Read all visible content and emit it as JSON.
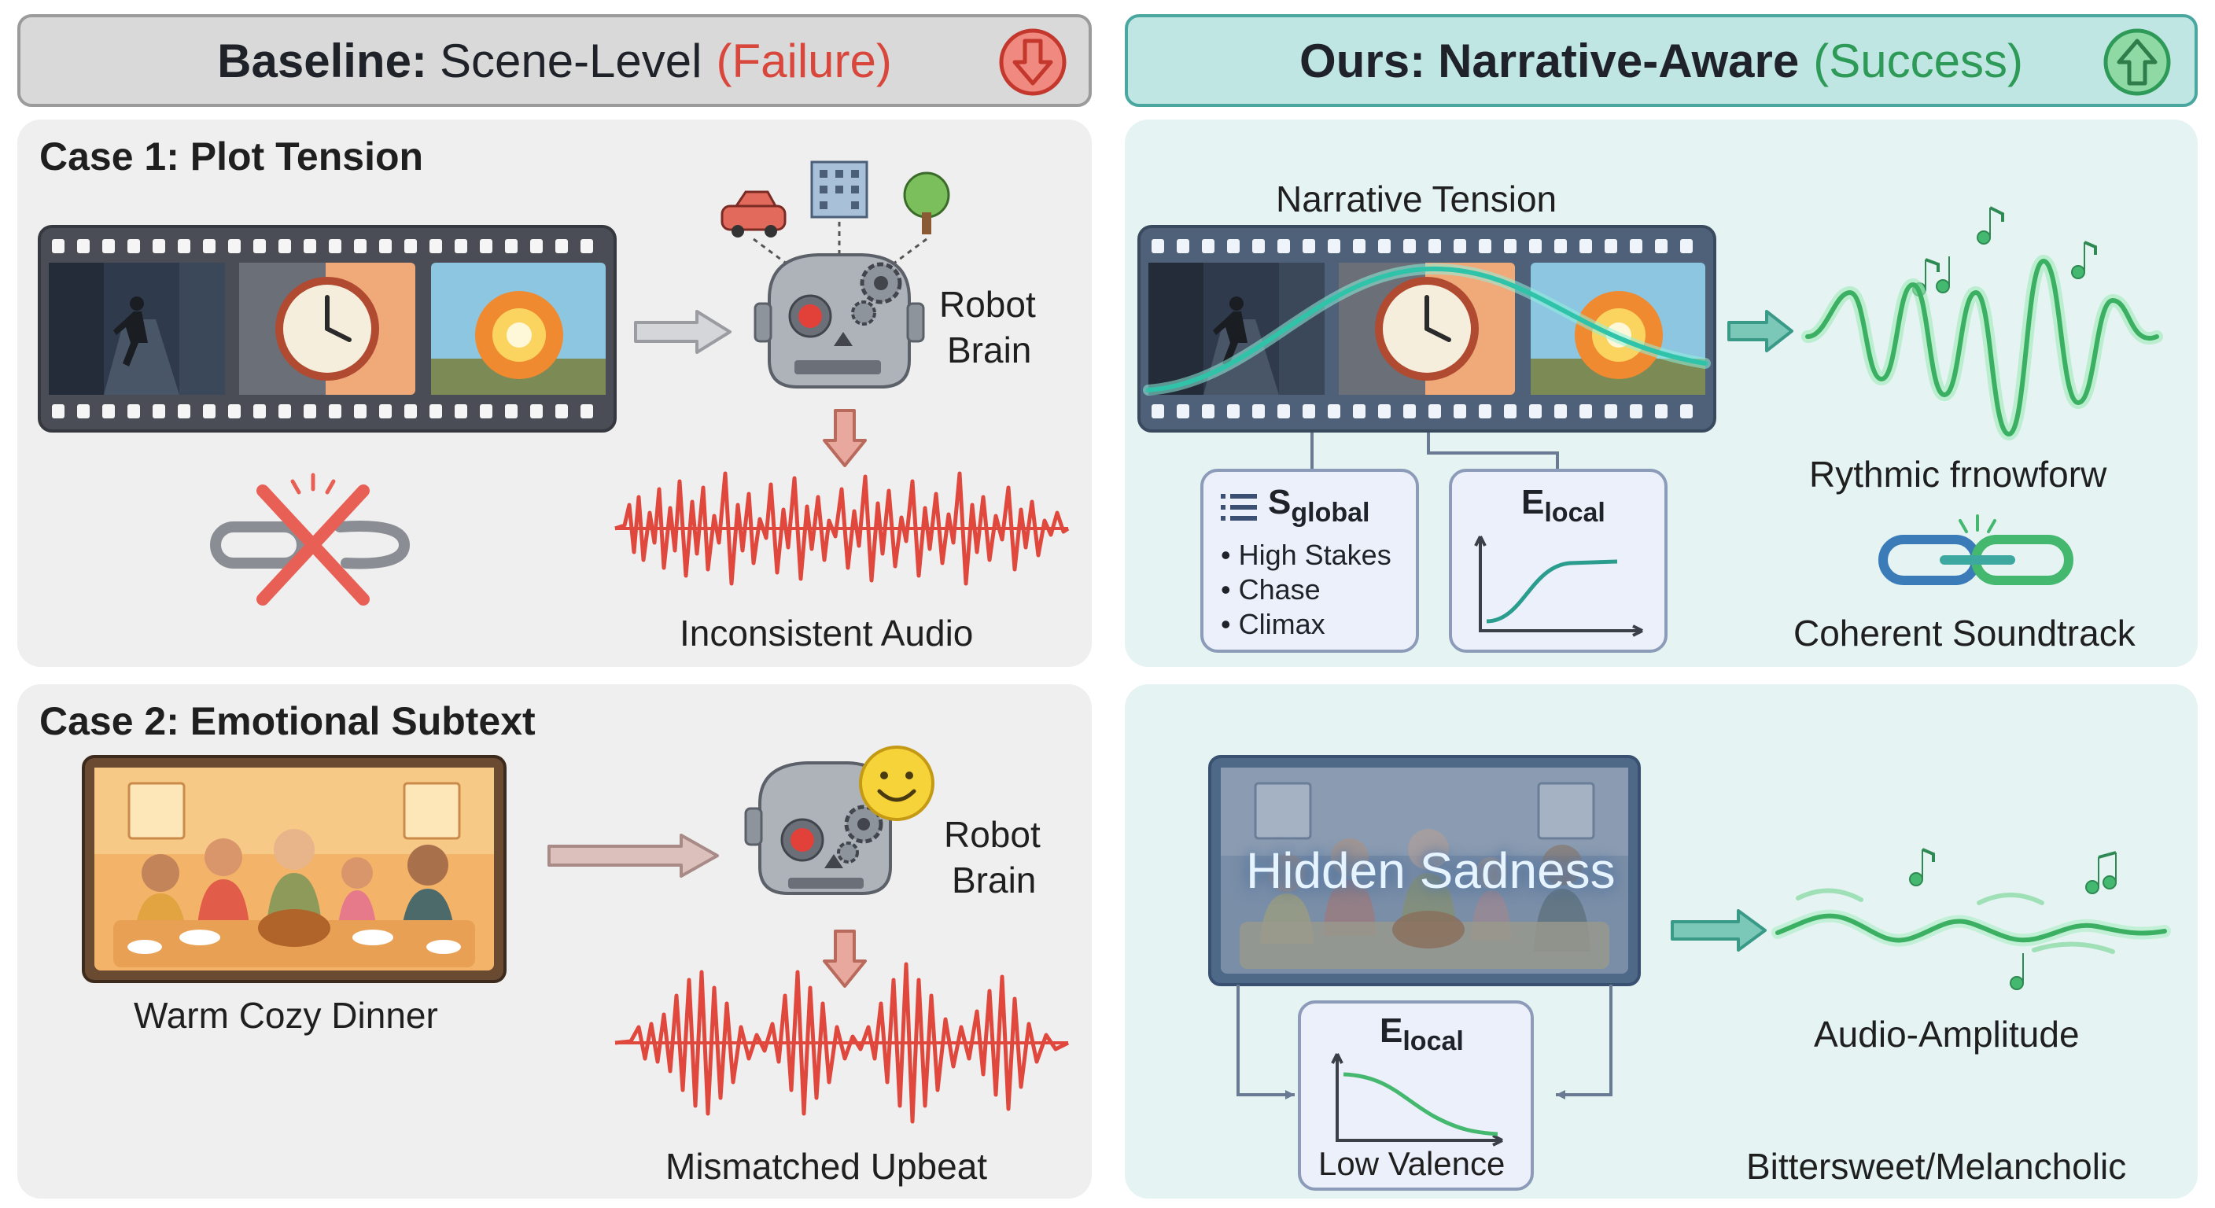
{
  "header_left": {
    "title": "Baseline:",
    "subtitle": "Scene-Level",
    "status": "(Failure)",
    "icon": "down-arrow-icon",
    "color": "#d9463b"
  },
  "header_right": {
    "title": "Ours:",
    "subtitle": "Narrative-Aware",
    "status": "(Success)",
    "icon": "up-arrow-icon",
    "color": "#2e9a57"
  },
  "case1": {
    "title": "Case 1: Plot Tension",
    "robot_label_1": "Robot",
    "robot_label_2": "Brain",
    "audio_label": "Inconsistent Audio",
    "narrative_label": "Narrative Tension",
    "s_global": {
      "letter": "S",
      "sub": "global",
      "items": [
        "• High Stakes",
        "• Chase",
        "• Climax"
      ]
    },
    "e_local": {
      "letter": "E",
      "sub": "local"
    },
    "right_audio_label": "Rythmic frnowforw",
    "soundtrack_label": "Coherent Soundtrack"
  },
  "case2": {
    "title": "Case 2: Emotional Subtext",
    "scene_label": "Warm Cozy Dinner",
    "robot_label_1": "Robot",
    "robot_label_2": "Brain",
    "audio_label": "Mismatched Upbeat",
    "hidden_label": "Hidden Sadness",
    "e_local": {
      "letter": "E",
      "sub": "local"
    },
    "valence_label": "Low Valence",
    "amplitude_label": "Audio-Amplitude",
    "mood_label": "Bittersweet/Melancholic"
  },
  "colors": {
    "fail": "#d9463b",
    "success": "#2e9a57",
    "teal": "#3db8a8",
    "waveform_red": "#e0483d",
    "waveform_green": "#45b870"
  }
}
